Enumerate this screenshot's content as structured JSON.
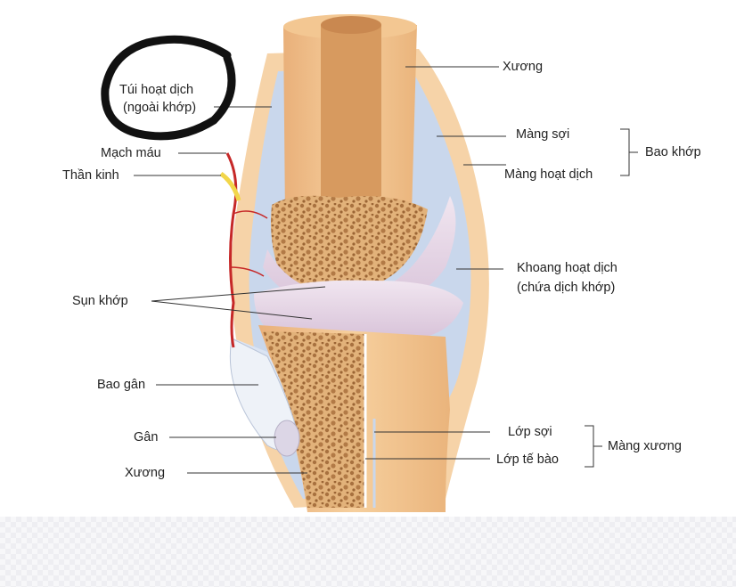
{
  "labels": {
    "tui_hoat_dich": "Túi hoạt dịch",
    "tui_hoat_dich_note": "(ngoài khớp)",
    "mach_mau": "Mạch máu",
    "than_kinh": "Thần kinh",
    "sun_khop": "Sụn khớp",
    "bao_gan": "Bao gân",
    "gan": "Gân",
    "xuong_bottom": "Xương",
    "xuong_top": "Xương",
    "mang_soi": "Màng sợi",
    "mang_hoat_dich": "Màng hoạt dịch",
    "bao_khop": "Bao khớp",
    "khoang_hoat_dich": "Khoang hoạt dịch",
    "khoang_hoat_dich_note": "(chứa dịch khớp)",
    "lop_soi": "Lớp sợi",
    "lop_te_bao": "Lớp tế bào",
    "mang_xuong": "Màng xương"
  },
  "colors": {
    "bone": "#f2c48f",
    "bone_dark": "#e3a86a",
    "marrow": "#d9a56e",
    "spongy": "#c98f5a",
    "cartilage": "#e9dbe8",
    "synovial": "#c9d7ec",
    "capsule": "#f6d3a8",
    "vessel": "#c62828",
    "nerve": "#f2d64a",
    "circle": "#111111"
  }
}
